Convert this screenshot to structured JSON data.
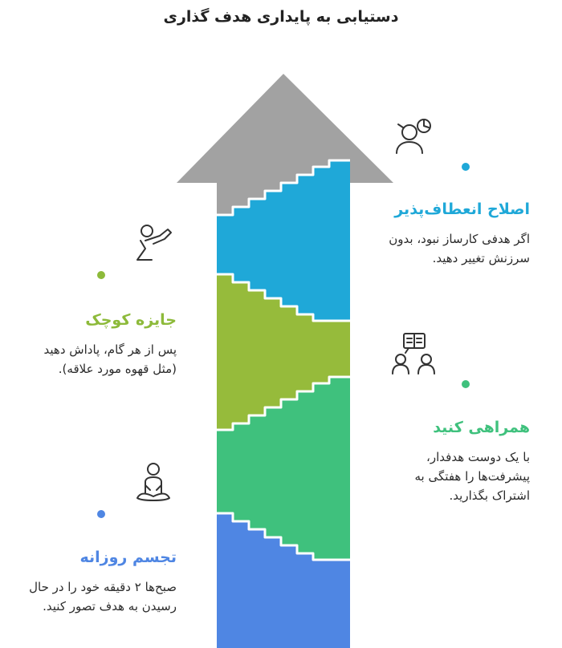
{
  "title": "دستیابی به پایداری هدف گذاری",
  "colors": {
    "arrow_head": "#a2a2a2",
    "blue_light": "#1fa8d8",
    "green_light": "#96bb3b",
    "green": "#3fc17d",
    "blue": "#4f86e3",
    "line": "#ffffff"
  },
  "steps": [
    {
      "heading": "اصلاح انعطاف‌پذیر",
      "description": "اگر هدفی کارساز نبود، بدون سرزنش تغییر دهید.",
      "color": "#1fa8d8",
      "icon": "person-thinking-icon"
    },
    {
      "heading": "جایزه کوچک",
      "description": "پس از هر گام، پاداش دهید (مثل قهوه مورد علاقه).",
      "color": "#8dba3a",
      "icon": "person-drinking-icon"
    },
    {
      "heading": "همراهی کنید",
      "description": "با یک دوست هدفدار، پیشرفت‌ها را هفتگی به اشتراک بگذارید.",
      "color": "#3fc17d",
      "icon": "two-people-sharing-icon"
    },
    {
      "heading": "تجسم روزانه",
      "description": "صبح‌ها ۲ دقیقه خود را در حال رسیدن به هدف تصور کنید.",
      "color": "#4f86e3",
      "icon": "person-meditating-icon"
    }
  ]
}
